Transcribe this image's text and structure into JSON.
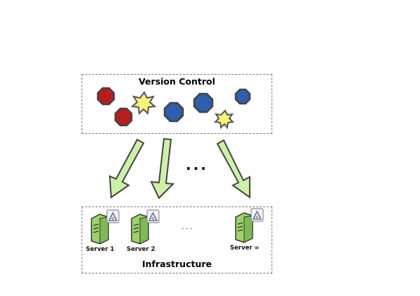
{
  "version_control": {
    "title": "Version Control",
    "shapes": [
      {
        "kind": "octagon",
        "color": "#b81d1d",
        "name": "red-octagon-1"
      },
      {
        "kind": "octagon",
        "color": "#b81d1d",
        "name": "red-octagon-2"
      },
      {
        "kind": "star",
        "color": "#f7f27c",
        "name": "yellow-star-1"
      },
      {
        "kind": "octagon",
        "color": "#2e5fad",
        "name": "blue-octagon-1"
      },
      {
        "kind": "octagon",
        "color": "#2e5fad",
        "name": "blue-octagon-2"
      },
      {
        "kind": "star",
        "color": "#f7f27c",
        "name": "yellow-star-2"
      },
      {
        "kind": "octagon",
        "color": "#2e5fad",
        "name": "blue-octagon-3"
      }
    ]
  },
  "arrows": {
    "color": "#ccf0a8",
    "stroke": "#444444"
  },
  "ellipsis_main": "...",
  "infrastructure": {
    "title": "Infrastructure",
    "ellipsis": "...",
    "servers": [
      {
        "label": "Server 1"
      },
      {
        "label": "Server 2"
      },
      {
        "label": "Server ∞"
      }
    ],
    "server_color": "#9bd36b"
  }
}
